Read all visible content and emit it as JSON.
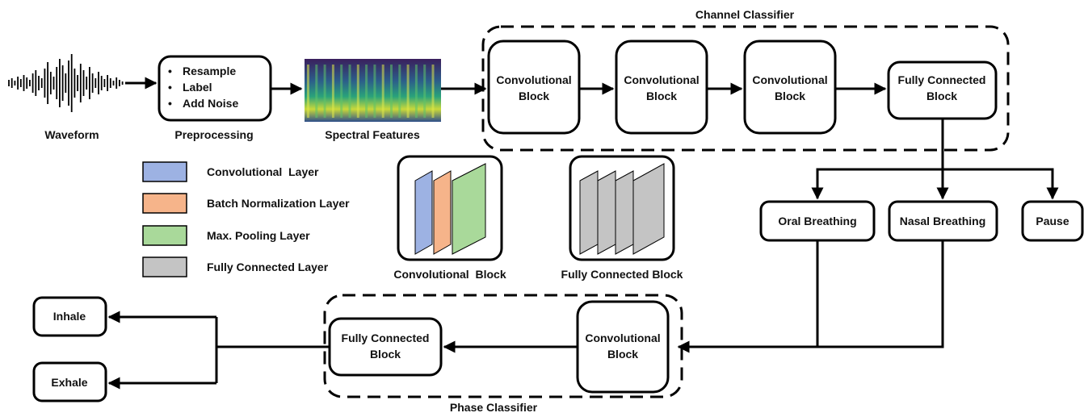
{
  "waveform": {
    "label": "Waveform"
  },
  "preprocessing": {
    "bullets": [
      "Resample",
      "Label",
      "Add Noise"
    ],
    "label": "Preprocessing"
  },
  "spectral": {
    "label": "Spectral Features"
  },
  "channel_classifier": {
    "title": "Channel Classifier",
    "blocks": [
      {
        "line1": "Convolutional",
        "line2": "Block"
      },
      {
        "line1": "Convolutional",
        "line2": "Block"
      },
      {
        "line1": "Convolutional",
        "line2": "Block"
      },
      {
        "line1": "Fully Connected",
        "line2": "Block"
      }
    ]
  },
  "legend": [
    {
      "label": "Convolutional  Layer",
      "color": "#9db2e3"
    },
    {
      "label": "Batch Normalization Layer",
      "color": "#f6b48a"
    },
    {
      "label": "Max. Pooling Layer",
      "color": "#a9d99a"
    },
    {
      "label": "Fully Connected Layer",
      "color": "#c4c4c4"
    }
  ],
  "block_illustrations": {
    "conv_label": "Convolutional  Block",
    "fc_label": "Fully Connected Block"
  },
  "outputs": {
    "oral": "Oral Breathing",
    "nasal": "Nasal Breathing",
    "pause": "Pause"
  },
  "phase_classifier": {
    "title": "Phase Classifier",
    "conv": {
      "line1": "Convolutional",
      "line2": "Block"
    },
    "fc": {
      "line1": "Fully Connected",
      "line2": "Block"
    }
  },
  "phases": {
    "inhale": "Inhale",
    "exhale": "Exhale"
  }
}
